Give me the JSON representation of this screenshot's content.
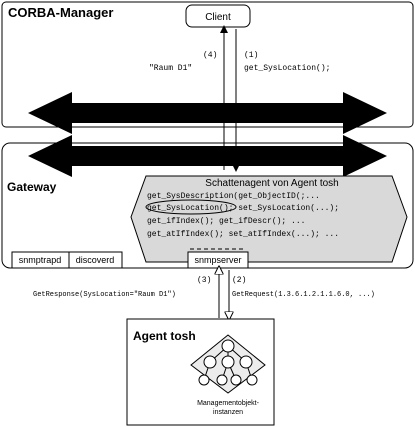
{
  "diagram": {
    "corba_manager_label": "CORBA-Manager",
    "client_label": "Client",
    "step4_label": "(4)",
    "step4_text": "\"Raum D1\"",
    "step1_label": "(1)",
    "step1_text": "get_SysLocation();",
    "gateway_label": "Gateway",
    "agent_stub": {
      "title": "Schattenagent von Agent tosh",
      "lines": [
        "get_SysDescription(get_ObjectID(;...",
        "get_SysLocation(); set_SysLocation(...);",
        "get_ifIndex(); get_ifDescr(); ...",
        "get_atIfIndex(); set_atIfIndex(...); ..."
      ]
    },
    "snmptrapd_label": "snmptrapd",
    "discoverd_label": "discoverd",
    "snmpserver_label": "snmpserver",
    "step3_label": "(3)",
    "step3_text": "GetResponse(SysLocation=\"Raum D1\")",
    "step2_label": "(2)",
    "step2_text": "GetRequest(1.3.6.1.2.1.1.6.0, ...)",
    "agent_tosh_label": "Agent tosh",
    "mib_caption_line1": "Managementobjekt-",
    "mib_caption_line2": "instanzen"
  }
}
